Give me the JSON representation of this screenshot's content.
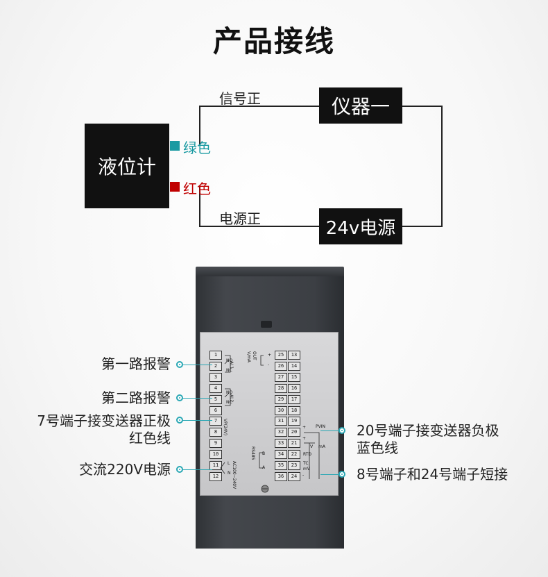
{
  "title": "产品接线",
  "top_diagram": {
    "level_meter": "液位计",
    "instrument": "仪器一",
    "power": "24v电源",
    "wire_signal": "信号正",
    "wire_power": "电源正",
    "green_label": "绿色",
    "red_label": "红色",
    "green_color": "#1a9aa2",
    "red_color": "#c00000"
  },
  "annotations": {
    "alarm1": "第一路报警",
    "alarm2": "第二路报警",
    "term7_line1": "7号端子接变送器正极",
    "term7_line2": "红色线",
    "ac_power": "交流220V电源",
    "term20_line1": "20号端子接变送器负极",
    "term20_line2": "蓝色线",
    "short": "8号端子和24号端子短接"
  },
  "terminals_left": [
    "1",
    "2",
    "3",
    "4",
    "5",
    "6",
    "7",
    "8",
    "9",
    "10",
    "11",
    "12"
  ],
  "terminals_mid": [
    "25",
    "26",
    "27",
    "28",
    "29",
    "30",
    "31",
    "32",
    "33",
    "34",
    "35",
    "36"
  ],
  "terminals_right": [
    "13",
    "14",
    "15",
    "16",
    "17",
    "18",
    "19",
    "20",
    "21",
    "22",
    "23",
    "24"
  ],
  "panel_labels": {
    "al1": "AL1",
    "al2": "AL2",
    "vp": "VP(24V)",
    "ac": "AC100~240V",
    "out": "OUT",
    "out_unit": "V/mA",
    "rs485": "RS485",
    "pvin": "PVIN",
    "v": "V",
    "ma": "mA",
    "rtd": "RTD",
    "tc": "TC",
    "mv": "mV",
    "no": "NO",
    "nc": "NC",
    "l": "L",
    "n": "N",
    "b": "B",
    "a": "A",
    "plus": "+",
    "minus": "-",
    "ground": "⏚"
  },
  "colors": {
    "accent": "#29a7b4",
    "box_bg": "#111111",
    "housing": "#3b3e42",
    "panel": "#cfcfd1"
  }
}
